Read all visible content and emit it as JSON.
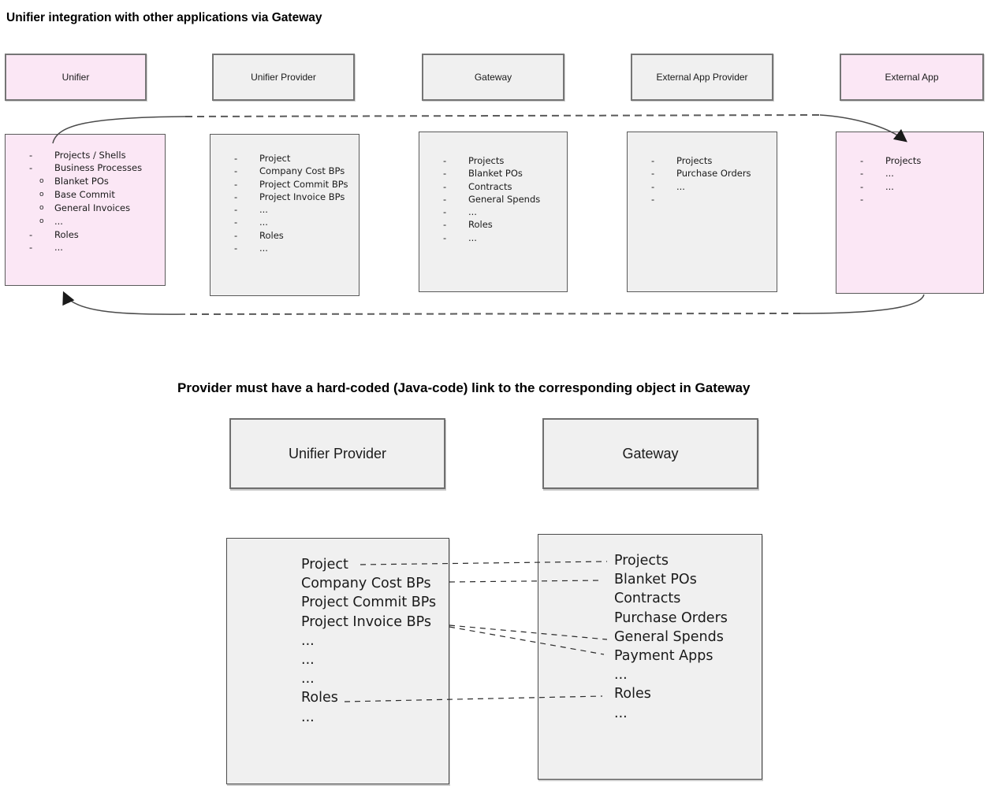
{
  "colors": {
    "pink_fill": "#fbe7f5",
    "gray_fill": "#f0f0f0",
    "box_border": "#5a5a5a",
    "arrow_line": "#444444",
    "text": "#1a1a1a"
  },
  "section1": {
    "title": "Unifier integration with other applications via Gateway",
    "columns": [
      {
        "label": "Unifier",
        "variant": "pink",
        "items": [
          {
            "text": "Projects / Shells"
          },
          {
            "text": "Business Processes"
          },
          {
            "text": "Blanket POs",
            "sub": true
          },
          {
            "text": "Base Commit",
            "sub": true
          },
          {
            "text": "General Invoices",
            "sub": true
          },
          {
            "text": "...",
            "sub": true
          },
          {
            "text": "Roles"
          },
          {
            "text": "..."
          }
        ]
      },
      {
        "label": "Unifier Provider",
        "variant": "gray",
        "items": [
          {
            "text": "Project"
          },
          {
            "text": "Company Cost BPs"
          },
          {
            "text": "Project Commit BPs"
          },
          {
            "text": "Project Invoice BPs"
          },
          {
            "text": "..."
          },
          {
            "text": "..."
          },
          {
            "text": "Roles"
          },
          {
            "text": "..."
          }
        ]
      },
      {
        "label": "Gateway",
        "variant": "gray",
        "items": [
          {
            "text": "Projects"
          },
          {
            "text": "Blanket POs"
          },
          {
            "text": "Contracts"
          },
          {
            "text": "General Spends"
          },
          {
            "text": "..."
          },
          {
            "text": "Roles"
          },
          {
            "text": "..."
          }
        ]
      },
      {
        "label": "External App Provider",
        "variant": "gray",
        "items": [
          {
            "text": "Projects"
          },
          {
            "text": "Purchase Orders"
          },
          {
            "text": "..."
          },
          {
            "text": ""
          }
        ]
      },
      {
        "label": "External App",
        "variant": "pink",
        "items": [
          {
            "text": "Projects"
          },
          {
            "text": "..."
          },
          {
            "text": "..."
          },
          {
            "text": ""
          }
        ]
      }
    ],
    "flow_arrows": [
      {
        "from": "Unifier",
        "to": "External App",
        "direction": "forward"
      },
      {
        "from": "External App",
        "to": "Unifier",
        "direction": "return"
      }
    ]
  },
  "section2": {
    "title": "Provider must have a hard-coded (Java-code) link to the corresponding object in Gateway",
    "left": {
      "label": "Unifier Provider",
      "items": [
        "Project",
        "Company Cost BPs",
        "Project Commit BPs",
        "Project Invoice BPs",
        "...",
        "...",
        "...",
        "Roles",
        "..."
      ]
    },
    "right": {
      "label": "Gateway",
      "items": [
        "Projects",
        "Blanket POs",
        "Contracts",
        "Purchase Orders",
        "General Spends",
        "Payment Apps",
        "...",
        "Roles",
        "..."
      ]
    },
    "connections": [
      {
        "from": "Project",
        "to": "Projects"
      },
      {
        "from": "Company Cost BPs",
        "to": "Blanket POs"
      },
      {
        "from": "Project Invoice BPs",
        "to": "General Spends"
      },
      {
        "from": "Project Invoice BPs",
        "to": "Payment Apps"
      },
      {
        "from": "Roles",
        "to": "Roles"
      }
    ]
  }
}
